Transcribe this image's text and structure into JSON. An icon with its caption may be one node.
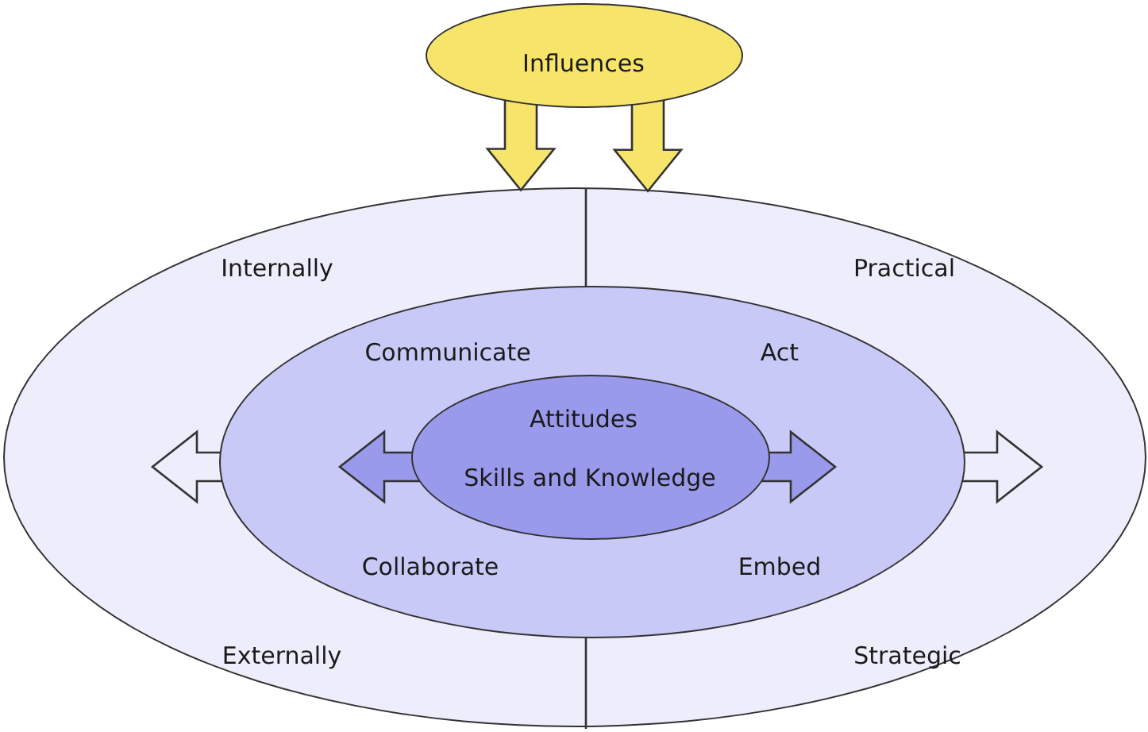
{
  "diagram": {
    "nodes": [
      {
        "text": [
          "Influences"
        ]
      },
      {
        "text": [
          "Internally",
          "Practical",
          "Externally",
          "Strategic"
        ]
      },
      {
        "text": [
          "Communicate",
          "Act",
          "Collaborate",
          "Embed"
        ],
        "in": 1
      },
      {
        "text": [
          "Attitudes",
          "Skills and Knowledge"
        ],
        "in": 2
      }
    ],
    "edges": [
      {
        "from": 0,
        "to": 1,
        "arrow": "to"
      },
      {
        "from": 0,
        "to": 1,
        "arrow": "to"
      }
    ]
  }
}
